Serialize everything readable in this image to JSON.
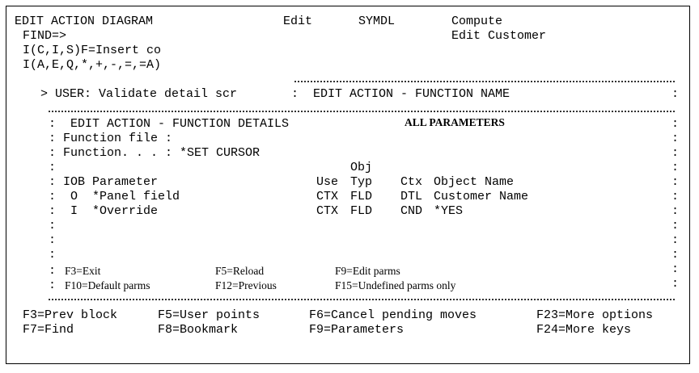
{
  "header": {
    "title": "EDIT ACTION DIAGRAM",
    "mode": "Edit",
    "model": "SYMDL",
    "action_type": "Compute",
    "action_name": "Edit Customer",
    "find": "FIND=>",
    "insert_hint": "I(C,I,S)F=Insert co",
    "insert_hint2": "I(A,E,Q,*,+,-,=,=A)"
  },
  "context": {
    "user_line": "> USER: Validate detail scr",
    "window_title": ":  EDIT ACTION - FUNCTION NAME"
  },
  "panel": {
    "title": ":  EDIT ACTION - FUNCTION DETAILS",
    "filter": "ALL PARAMETERS",
    "function_file": ": Function file :",
    "function": ": Function. . . : *SET CURSOR",
    "col_obj": "Obj",
    "headers": {
      "iob": ": IOB Parameter",
      "use": "Use",
      "typ": "Typ",
      "ctx": "Ctx",
      "object_name": "Object Name"
    },
    "rows": [
      {
        "iob": ":  O  *Panel field",
        "use": "CTX",
        "typ": "FLD",
        "ctx": "DTL",
        "object_name": "Customer Name"
      },
      {
        "iob": ":  I  *Override",
        "use": "CTX",
        "typ": "FLD",
        "ctx": "CND",
        "object_name": "*YES"
      }
    ],
    "fkeys": [
      {
        "label": "F3=Exit"
      },
      {
        "label": "F5=Reload"
      },
      {
        "label": "F9=Edit parms"
      },
      {
        "label": "F10=Default parms"
      },
      {
        "label": "F12=Previous"
      },
      {
        "label": "F15=Undefined parms only"
      }
    ]
  },
  "footer": {
    "keys": [
      {
        "label": "F3=Prev block"
      },
      {
        "label": "F5=User points"
      },
      {
        "label": "F6=Cancel pending moves"
      },
      {
        "label": "F23=More options"
      },
      {
        "label": "F7=Find"
      },
      {
        "label": "F8=Bookmark"
      },
      {
        "label": "F9=Parameters"
      },
      {
        "label": "F24=More keys"
      }
    ]
  }
}
